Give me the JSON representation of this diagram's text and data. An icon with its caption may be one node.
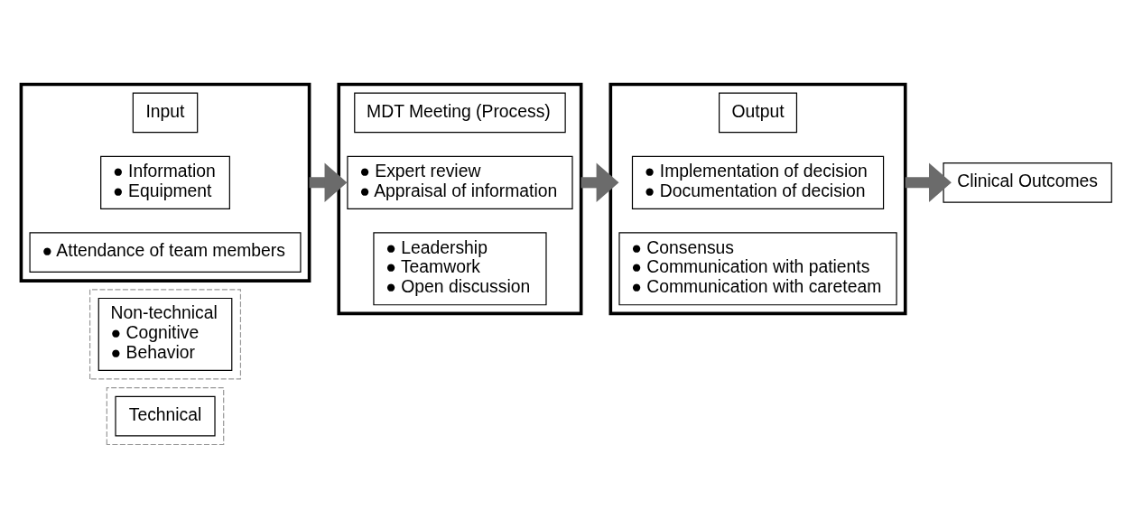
{
  "diagram": {
    "nodes": [
      {
        "text": [],
        "shape": "box"
      },
      {
        "text": [
          "Technical"
        ],
        "in": 0
      },
      {
        "text": [],
        "shape": "box"
      },
      {
        "text": [
          "Non-technical",
          "● Cognitive",
          "● Behavior"
        ],
        "in": 2
      },
      {
        "text": [],
        "shape": "box"
      },
      {
        "text": [
          "Input"
        ],
        "in": 4
      },
      {
        "text": [
          "● Information",
          "● Equipment"
        ],
        "in": 4
      },
      {
        "text": [
          "● Attendance of team members"
        ],
        "in": 4
      },
      {
        "text": [],
        "shape": "box"
      },
      {
        "text": [
          "MDT Meeting (Process)"
        ],
        "in": 8
      },
      {
        "text": [
          "● Expert review",
          "● Appraisal of information"
        ],
        "in": 8
      },
      {
        "text": [
          "● Leadership",
          "● Teamwork",
          "● Open discussion"
        ],
        "in": 8
      },
      {
        "text": [],
        "shape": "box"
      },
      {
        "text": [
          "Output"
        ],
        "in": 12
      },
      {
        "text": [
          "● Implementation of decision",
          "● Documentation of decision"
        ],
        "in": 12
      },
      {
        "text": [
          "● Consensus",
          "● Communication with patients",
          "● Communication with careteam"
        ],
        "in": 12
      },
      {
        "text": [
          "Clinical Outcomes"
        ]
      }
    ],
    "edges": [
      {
        "from": 4,
        "to": 8,
        "arrow": "to"
      },
      {
        "from": 8,
        "to": 12,
        "arrow": "to"
      },
      {
        "from": 12,
        "to": 16,
        "arrow": "to"
      }
    ]
  }
}
